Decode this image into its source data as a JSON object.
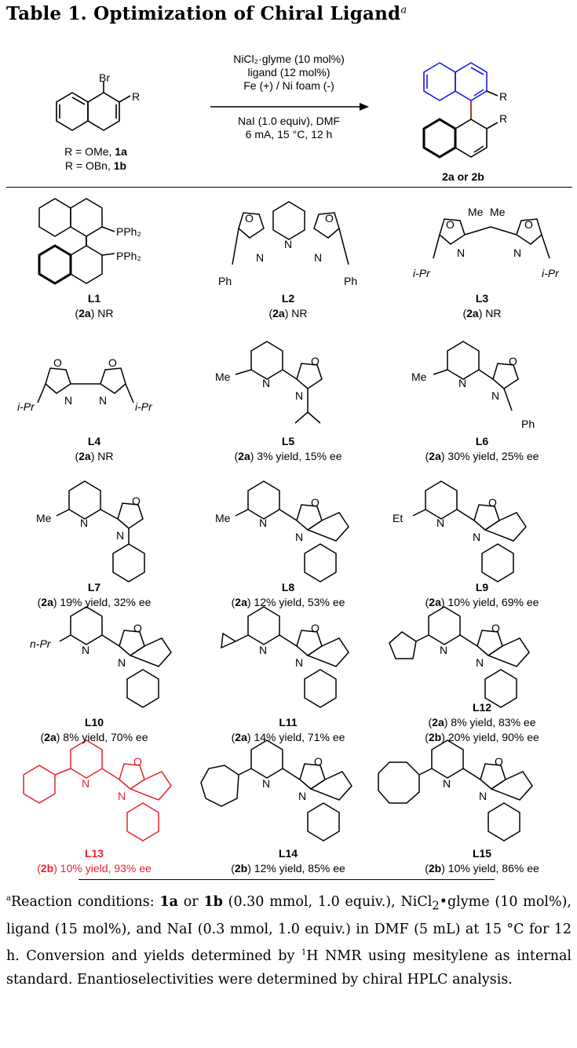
{
  "title": {
    "text": "Table 1. Optimization of Chiral Ligand",
    "marker": "a"
  },
  "scheme": {
    "substrate_labels": [
      "Br",
      "R"
    ],
    "substrate_lines": [
      {
        "prefix": "R = OMe, ",
        "bold": "1a"
      },
      {
        "prefix": "R = OBn, ",
        "bold": "1b"
      }
    ],
    "conditions_above": [
      "NiCl₂·glyme (10 mol%)",
      "ligand (12 mol%)",
      "Fe (+) / Ni foam (-)"
    ],
    "conditions_below": [
      "NaI (1.0 equiv), DMF",
      "6 mA, 15 °C, 12 h"
    ],
    "product_labels": [
      "R",
      "R"
    ],
    "product_name": "2a or 2b"
  },
  "ligands": [
    {
      "id": "L1",
      "results": [
        {
          "compound": "2a",
          "text": " NR"
        }
      ],
      "subs": [
        "PPh₂",
        "PPh₂"
      ]
    },
    {
      "id": "L2",
      "results": [
        {
          "compound": "2a",
          "text": " NR"
        }
      ],
      "subs": [
        "O",
        "N",
        "N",
        "O",
        "N",
        "Ph",
        "Ph"
      ]
    },
    {
      "id": "L3",
      "results": [
        {
          "compound": "2a",
          "text": " NR"
        }
      ],
      "subs": [
        "Me",
        "Me",
        "O",
        "O",
        "N",
        "N",
        "i-Pr",
        "i-Pr"
      ]
    },
    {
      "id": "L4",
      "results": [
        {
          "compound": "2a",
          "text": " NR"
        }
      ],
      "subs": [
        "O",
        "O",
        "N",
        "N",
        "i-Pr",
        "i-Pr"
      ]
    },
    {
      "id": "L5",
      "results": [
        {
          "compound": "2a",
          "text": " 3% yield, 15% ee"
        }
      ],
      "subs": [
        "Me",
        "N",
        "O",
        "N"
      ]
    },
    {
      "id": "L6",
      "results": [
        {
          "compound": "2a",
          "text": " 30% yield, 25% ee"
        }
      ],
      "subs": [
        "Me",
        "N",
        "O",
        "N",
        "Ph"
      ]
    },
    {
      "id": "L7",
      "results": [
        {
          "compound": "2a",
          "text": " 19% yield, 32% ee"
        }
      ],
      "subs": [
        "Me",
        "N",
        "O",
        "N"
      ]
    },
    {
      "id": "L8",
      "results": [
        {
          "compound": "2a",
          "text": " 12% yield, 53% ee"
        }
      ],
      "subs": [
        "Me",
        "N",
        "O",
        "N"
      ]
    },
    {
      "id": "L9",
      "results": [
        {
          "compound": "2a",
          "text": " 10% yield, 69% ee"
        }
      ],
      "subs": [
        "Et",
        "N",
        "O",
        "N"
      ]
    },
    {
      "id": "L10",
      "results": [
        {
          "compound": "2a",
          "text": " 8% yield, 70% ee"
        }
      ],
      "subs": [
        "n-Pr",
        "N",
        "O",
        "N"
      ]
    },
    {
      "id": "L11",
      "results": [
        {
          "compound": "2a",
          "text": " 14% yield, 71% ee"
        }
      ],
      "subs": [
        "N",
        "O",
        "N"
      ]
    },
    {
      "id": "L12",
      "results": [
        {
          "compound": "2a",
          "text": " 8% yield, 83% ee"
        },
        {
          "compound": "2b",
          "text": " 20% yield, 90% ee"
        }
      ],
      "subs": [
        "N",
        "O",
        "N"
      ]
    },
    {
      "id": "L13",
      "results": [
        {
          "compound": "2b",
          "text": " 10% yield, 93% ee"
        }
      ],
      "subs": [
        "N",
        "O",
        "N"
      ]
    },
    {
      "id": "L14",
      "results": [
        {
          "compound": "2b",
          "text": " 12% yield, 85% ee"
        }
      ],
      "subs": [
        "N",
        "O",
        "N"
      ]
    },
    {
      "id": "L15",
      "results": [
        {
          "compound": "2b",
          "text": " 10% yield, 86% ee"
        }
      ],
      "subs": [
        "N",
        "O",
        "N"
      ]
    }
  ],
  "highlight": {
    "ligand": "L13",
    "color": "#e8212a"
  },
  "product_highlight_color": "#1a1adb",
  "footnote": {
    "marker": "a",
    "segments": [
      {
        "t": "Reaction conditions: "
      },
      {
        "t": "1a",
        "b": true
      },
      {
        "t": " or "
      },
      {
        "t": "1b",
        "b": true
      },
      {
        "t": " (0.30 mmol, 1.0 equiv.), NiCl"
      },
      {
        "t": "2",
        "sub": true
      },
      {
        "t": "•glyme (10 mol%), ligand (15 mol%), and NaI (0.3 mmol, 1.0 equiv.) in DMF (5 mL) at 15 °C  for 12 h. Conversion and yields determined by "
      },
      {
        "t": "1",
        "sup": true
      },
      {
        "t": "H NMR using mesitylene as internal standard. Enantioselectivities were determined by chiral HPLC analysis."
      }
    ]
  }
}
